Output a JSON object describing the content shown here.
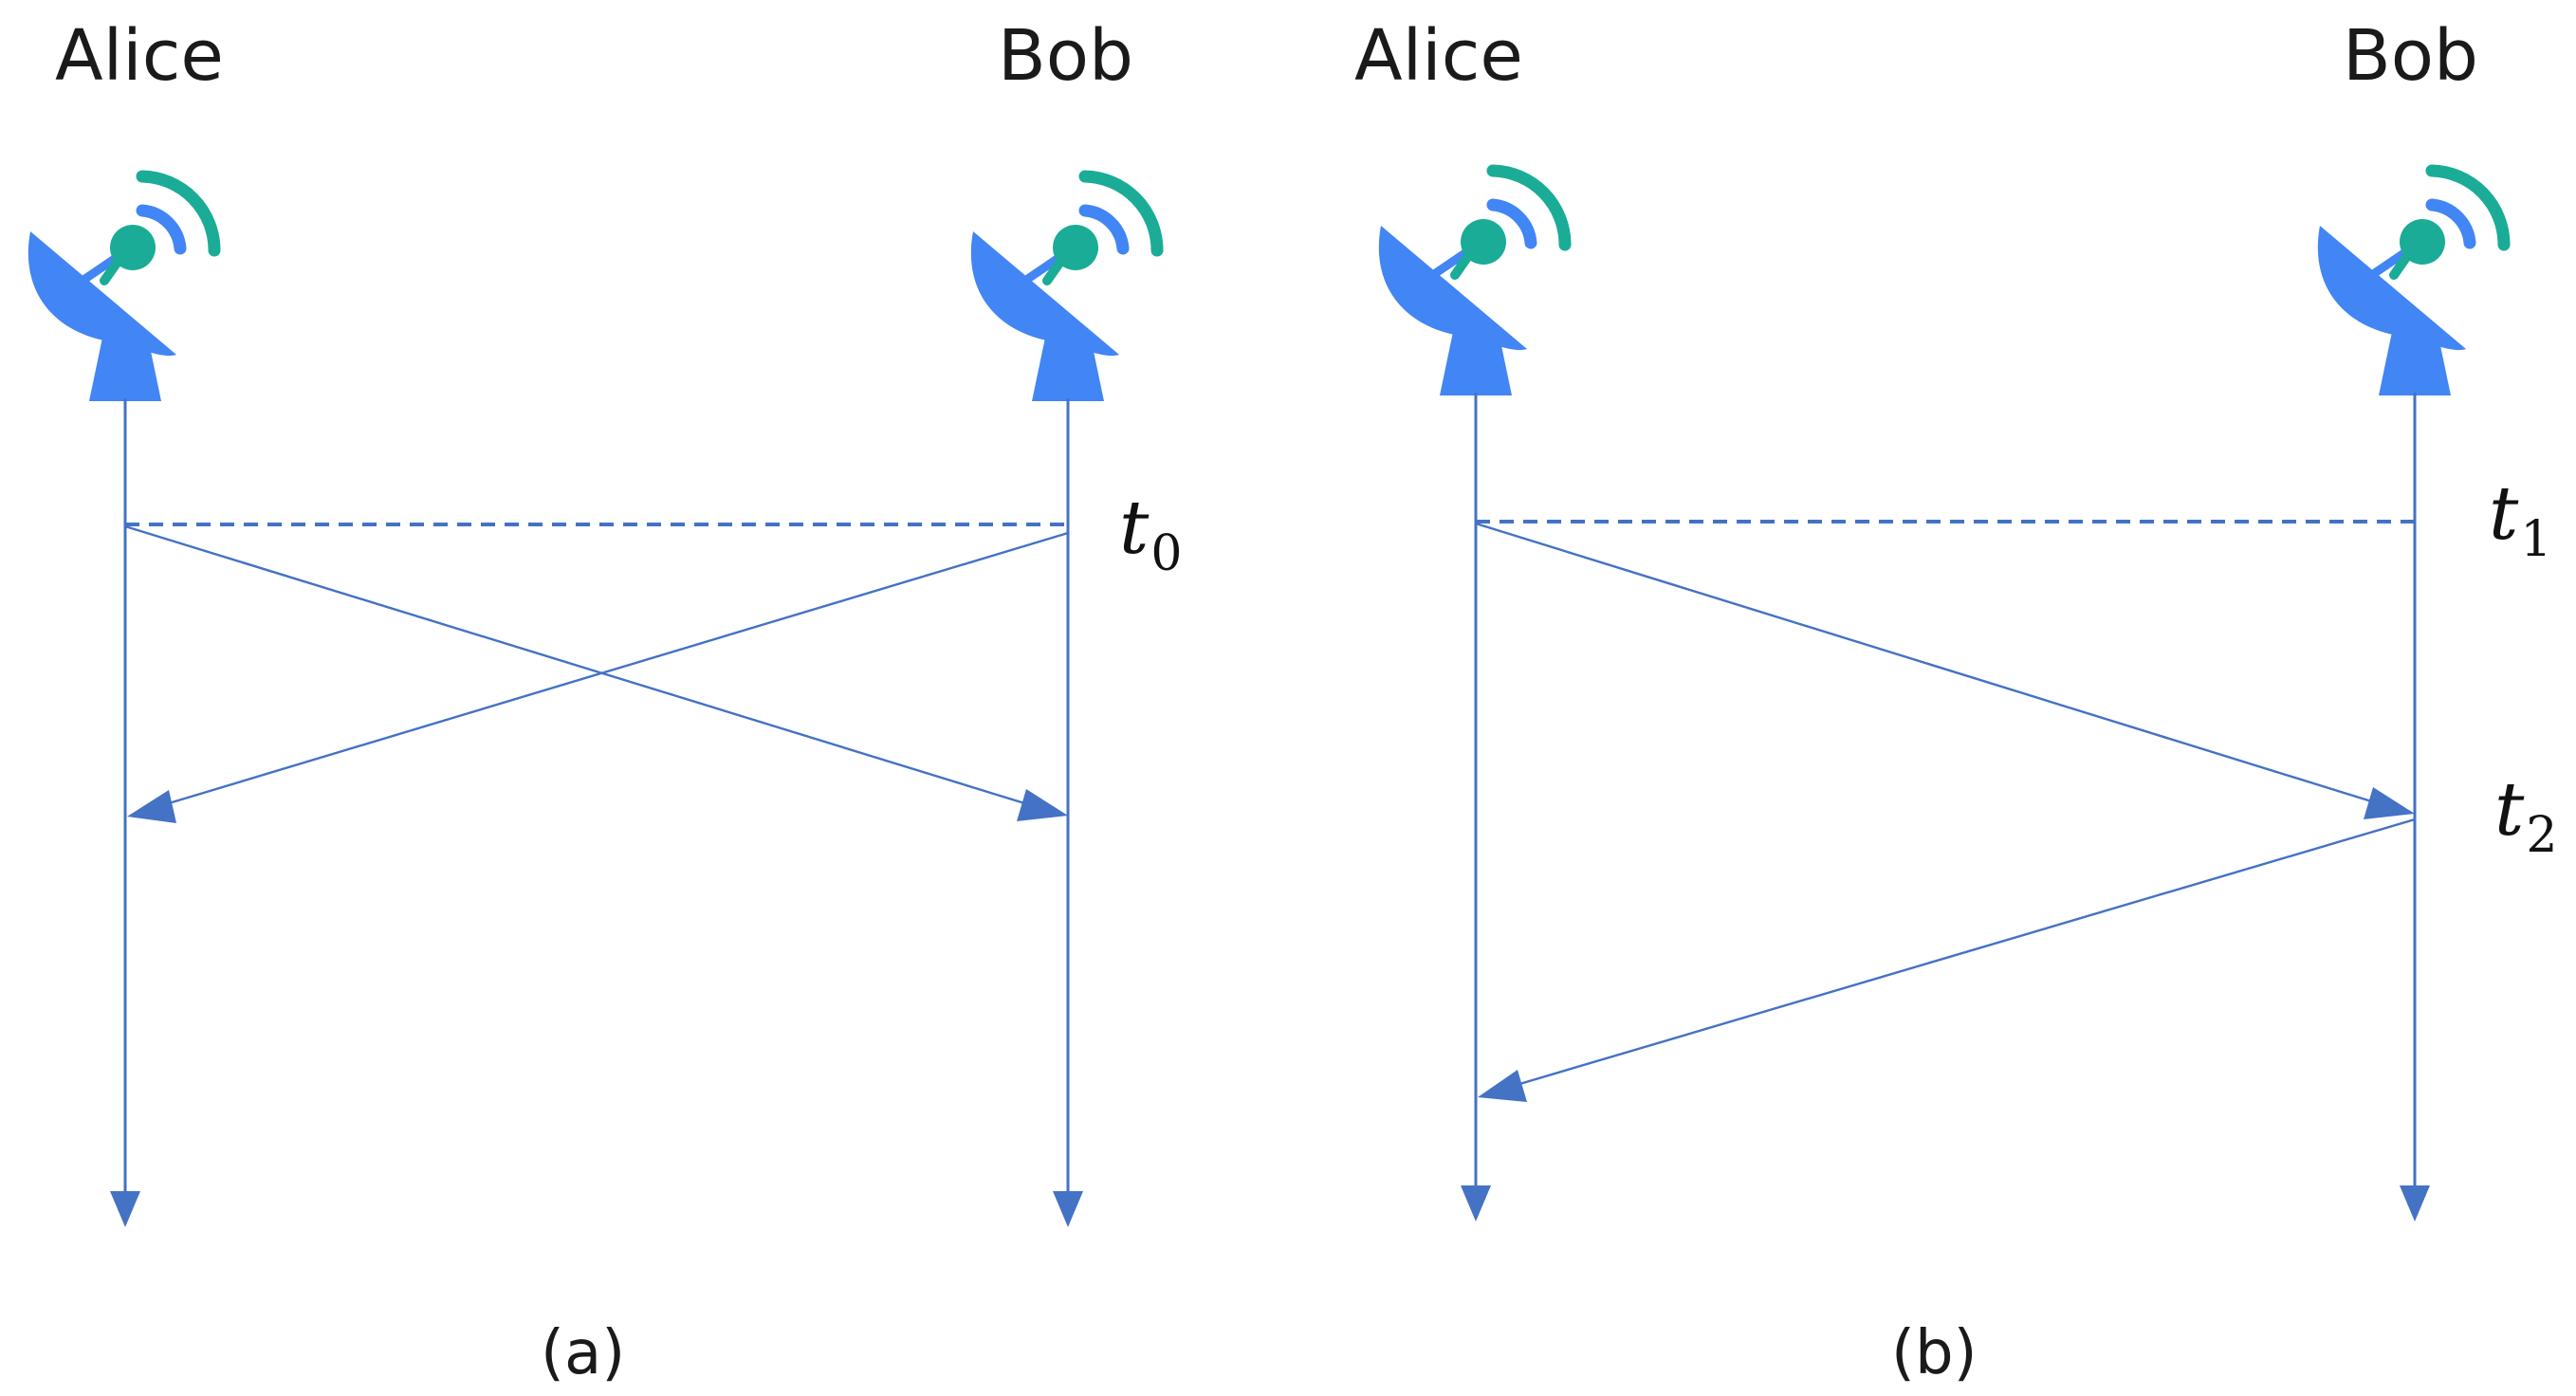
{
  "diagram": {
    "panel_a": {
      "left_node": "Alice",
      "right_node": "Bob",
      "time_marker": {
        "base": "t",
        "sub": "0"
      },
      "caption": "(a)"
    },
    "panel_b": {
      "left_node": "Alice",
      "right_node": "Bob",
      "time_marker_1": {
        "base": "t",
        "sub": "1"
      },
      "time_marker_2": {
        "base": "t",
        "sub": "2"
      },
      "caption": "(b)"
    },
    "icons": {
      "node_icon": "satellite-dish-icon"
    },
    "colors": {
      "line": "#4472c4",
      "dish": "#4285f4",
      "signal": "#1aac97"
    }
  }
}
